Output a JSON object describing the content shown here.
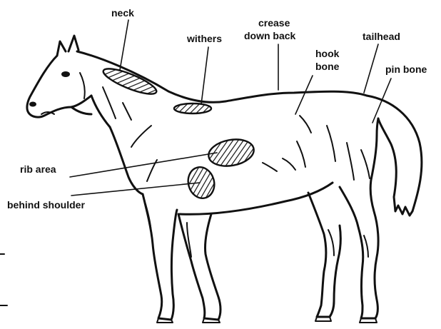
{
  "labels": {
    "neck": "neck",
    "withers": "withers",
    "crease_line1": "crease",
    "crease_line2": "down back",
    "hook_line1": "hook",
    "hook_line2": "bone",
    "tailhead": "tailhead",
    "pin_bone": "pin bone",
    "rib_area": "rib area",
    "behind_shoulder": "behind shoulder"
  },
  "colors": {
    "ink": "#111111",
    "background": "#ffffff"
  }
}
